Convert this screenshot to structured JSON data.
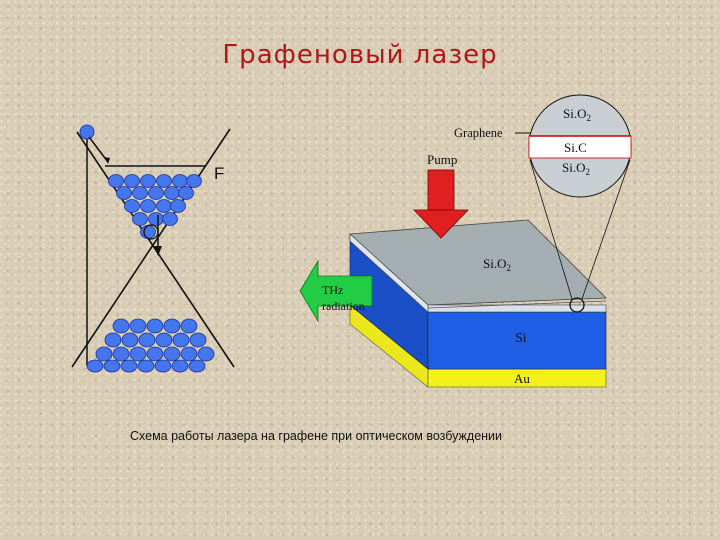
{
  "title": "Графеновый лазер",
  "caption": "Схема работы лазера на графене при оптическом возбуждении",
  "dirac_cone": {
    "fermi_label": "F"
  },
  "device": {
    "pump_label": "Pump",
    "thz_label_line1": "THz",
    "thz_label_line2": "radiation",
    "top_layer_label": "Si.O2",
    "substrate_label": "Si",
    "bottom_layer_label": "Au",
    "graphene_label": "Graphene"
  },
  "zoom_inset": {
    "top_label": "Si.O2",
    "middle_label": "Si.C",
    "bottom_label": "Si.O2"
  },
  "colors": {
    "title": "#b01818",
    "pump_arrow": "#e02020",
    "thz_arrow": "#22cc44",
    "top_layer": "#a4adb0",
    "substrate": "#1f5fe6",
    "gold": "#f4f01a",
    "electron": "#4477ee"
  }
}
